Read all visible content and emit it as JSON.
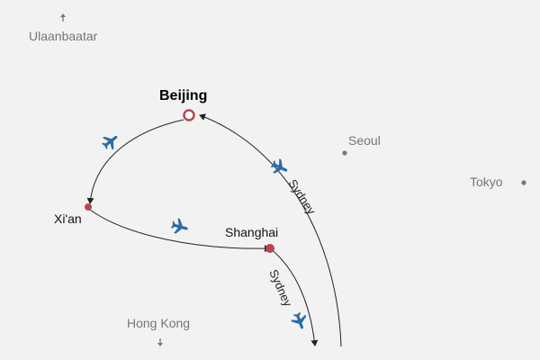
{
  "map": {
    "colors": {
      "background": "#f2f2f2",
      "city_marker": "#b5484f",
      "reference_city": "#767676",
      "route_line": "#222222",
      "plane_icon": "#2a6aa8"
    },
    "cities": {
      "beijing": "Beijing",
      "xian": "Xi'an",
      "shanghai": "Shanghai",
      "seoul": "Seoul",
      "tokyo": "Tokyo",
      "ulaanbaatar": "Ulaanbaatar",
      "hong_kong": "Hong Kong"
    },
    "routes": {
      "beijing_to_xian": {
        "icon": "airplane-icon"
      },
      "xian_to_shanghai": {
        "icon": "airplane-icon"
      },
      "shanghai_to_sydney": {
        "label": "Sydney",
        "icon": "airplane-icon"
      },
      "sydney_to_beijing": {
        "label": "Sydney",
        "icon": "airplane-icon"
      }
    },
    "offscreen_indicators": {
      "north": "arrow-up-icon",
      "south": "arrow-down-icon"
    }
  }
}
